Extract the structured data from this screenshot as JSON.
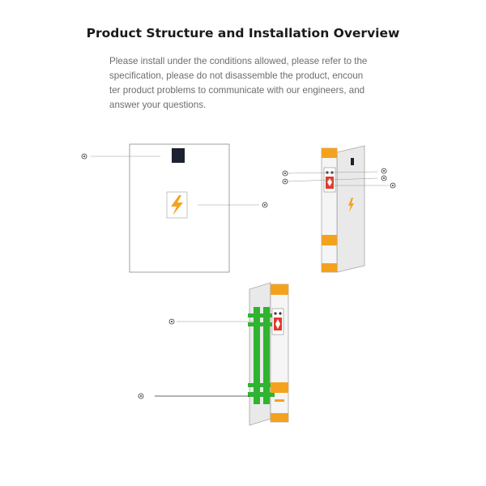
{
  "header": {
    "title": "Product Structure and Installation Overview",
    "description_lines": [
      "Please install under the conditions allowed, please refer to the",
      "specification, please do not disassemble the product, encoun",
      "ter product problems to communicate with our engineers, and",
      "answer your questions."
    ]
  },
  "diagram": {
    "colors": {
      "orange": "#f4a21e",
      "green": "#2fb42f",
      "red": "#e23a2a",
      "panel_gray": "#e9e9e9",
      "outline": "#8a8a8a"
    },
    "callouts": [
      {
        "id": "marker-front-top-left",
        "icon": "circle-marker"
      },
      {
        "id": "marker-front-right",
        "icon": "circle-marker"
      },
      {
        "id": "marker-side-1",
        "icon": "circle-marker"
      },
      {
        "id": "marker-side-2",
        "icon": "circle-marker"
      },
      {
        "id": "marker-side-3",
        "icon": "circle-marker"
      },
      {
        "id": "marker-side-4",
        "icon": "circle-marker"
      },
      {
        "id": "marker-side-5",
        "icon": "circle-marker"
      },
      {
        "id": "marker-back-1",
        "icon": "circle-marker"
      },
      {
        "id": "marker-back-2",
        "icon": "circle-marker"
      }
    ],
    "icons": [
      "lightning-bolt-icon",
      "display-screen-icon",
      "breaker-switch-icon"
    ]
  }
}
